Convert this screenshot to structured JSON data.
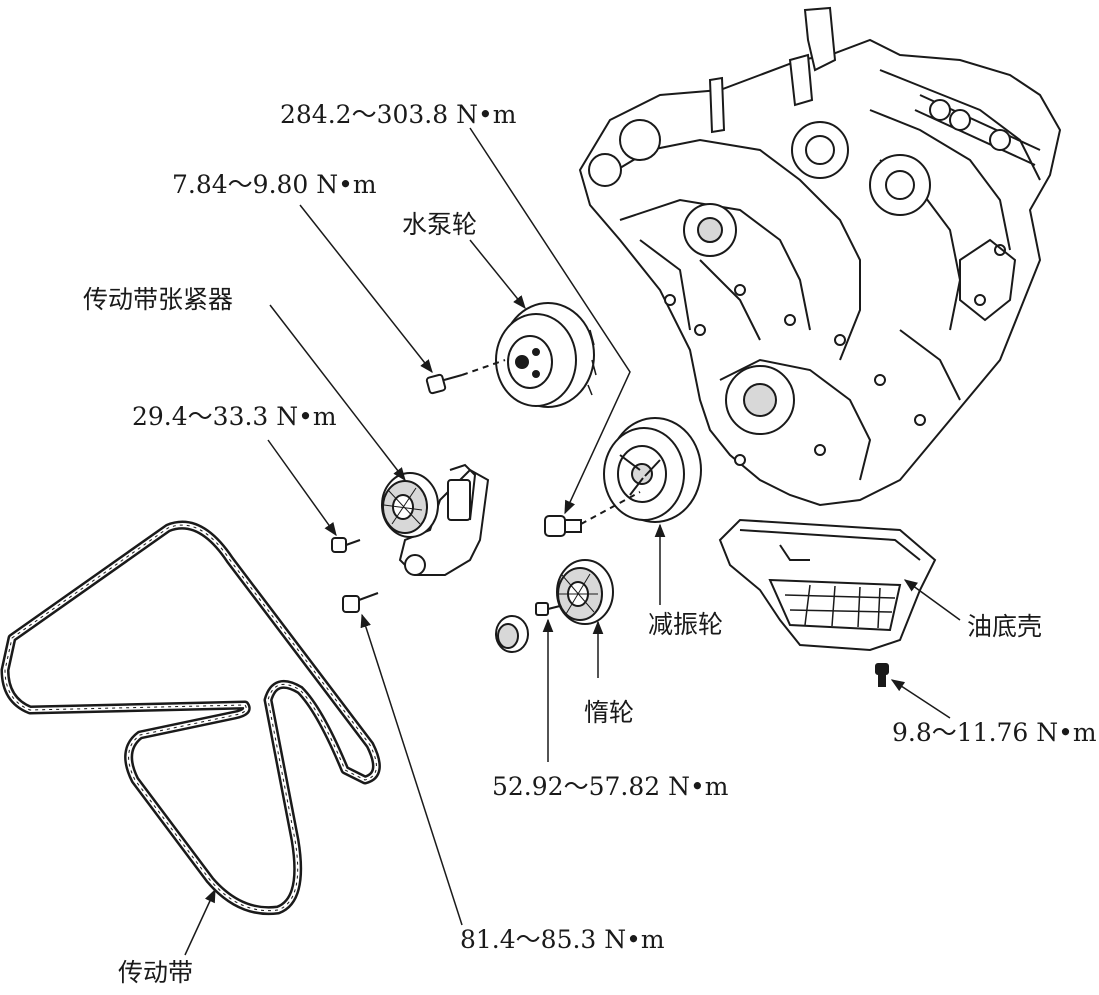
{
  "labels": {
    "torque_crank_bolt": "284.2～303.8 N•m",
    "torque_pump_bolt": "7.84～9.80 N•m",
    "water_pump_pulley": "水泵轮",
    "belt_tensioner": "传动带张紧器",
    "torque_tensioner_bolt": "29.4～33.3 N•m",
    "damper_pulley": "减振轮",
    "oil_pan": "油底壳",
    "torque_oil_pan_bolt": "9.8～11.76 N•m",
    "idler_pulley": "惰轮",
    "torque_idler_bolt": "52.92～57.82 N•m",
    "torque_lower_bolt": "81.4～85.3 N•m",
    "drive_belt": "传动带"
  },
  "colors": {
    "ink": "#1a1a1a",
    "paper": "#ffffff",
    "shade": "#d8d8d8"
  }
}
